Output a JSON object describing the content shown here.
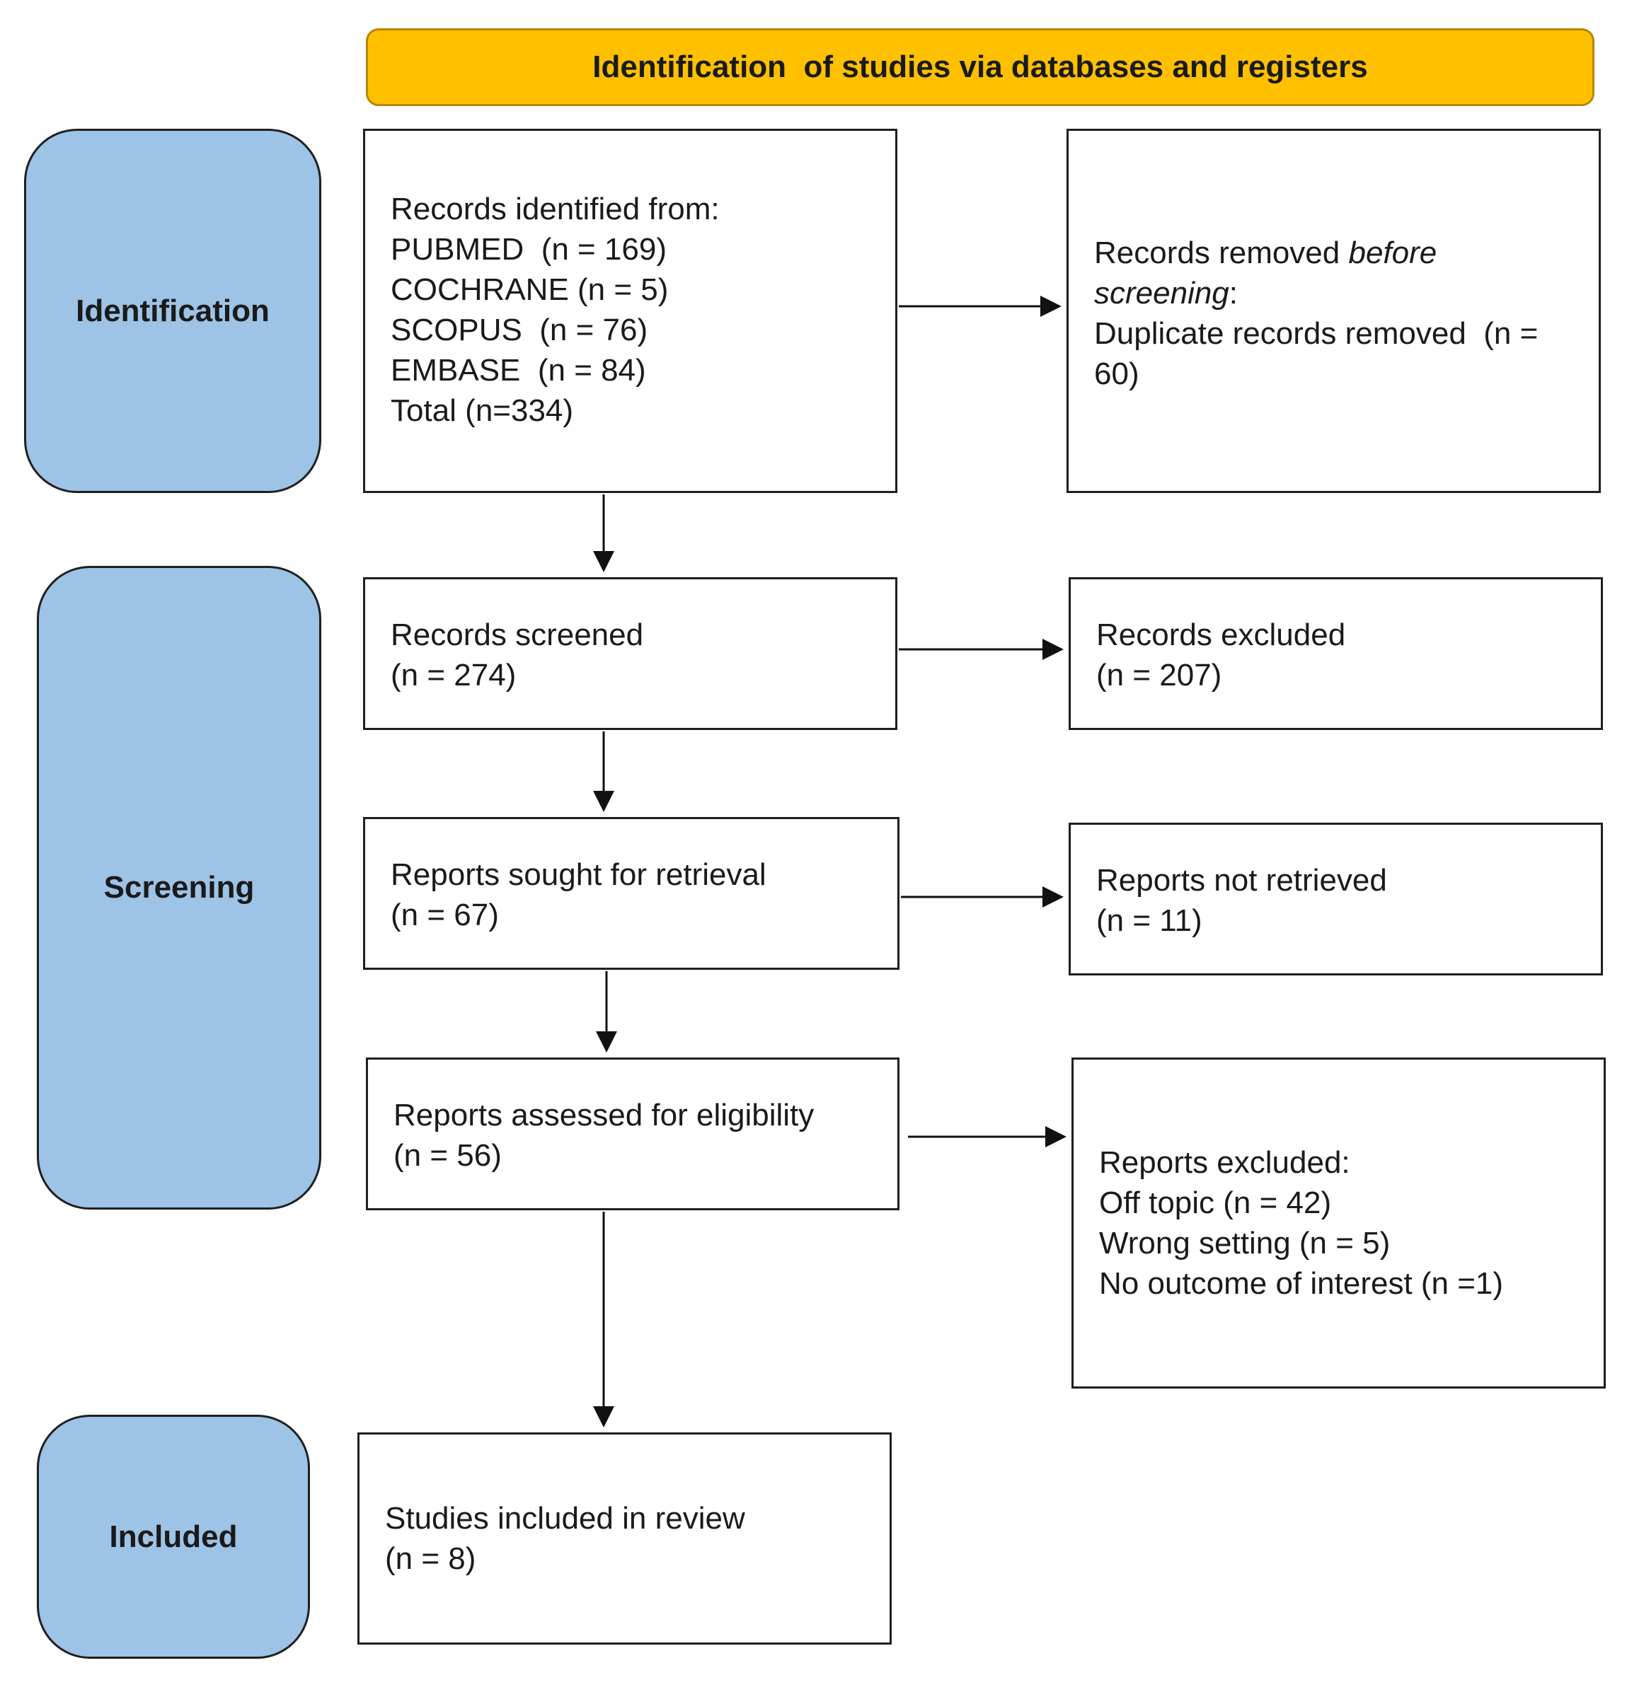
{
  "header": {
    "title": "Identification  of studies via databases and registers"
  },
  "stages": {
    "identification": "Identification",
    "screening": "Screening",
    "included": "Included"
  },
  "boxes": {
    "records_identified": {
      "title": "Records identified from:",
      "lines": [
        "PUBMED  (n = 169)",
        "COCHRANE (n = 5)",
        "SCOPUS  (n = 76)",
        "EMBASE  (n = 84)",
        "Total (n=334)"
      ]
    },
    "records_removed": {
      "title_prefix": "Records removed ",
      "title_italic": "before",
      "line2_italic": "screening",
      "line2_suffix": ":",
      "line3": "Duplicate records removed  (n =",
      "line4": "60)"
    },
    "records_screened": {
      "title": "Records screened",
      "count": "(n = 274)"
    },
    "records_excluded": {
      "title": "Records excluded",
      "count": "(n = 207)"
    },
    "reports_sought": {
      "title": "Reports sought for retrieval",
      "count": "(n = 67)"
    },
    "reports_not_retrieved": {
      "title": "Reports not retrieved",
      "count": "(n = 11)"
    },
    "reports_assessed": {
      "title": "Reports assessed for eligibility",
      "count": "(n = 56)"
    },
    "reports_excluded": {
      "title": "Reports excluded:",
      "lines": [
        "Off topic (n = 42)",
        "Wrong setting (n = 5)",
        "No outcome of interest (n =1)"
      ]
    },
    "studies_included": {
      "title": "Studies included in review",
      "count": "(n = 8)"
    }
  }
}
